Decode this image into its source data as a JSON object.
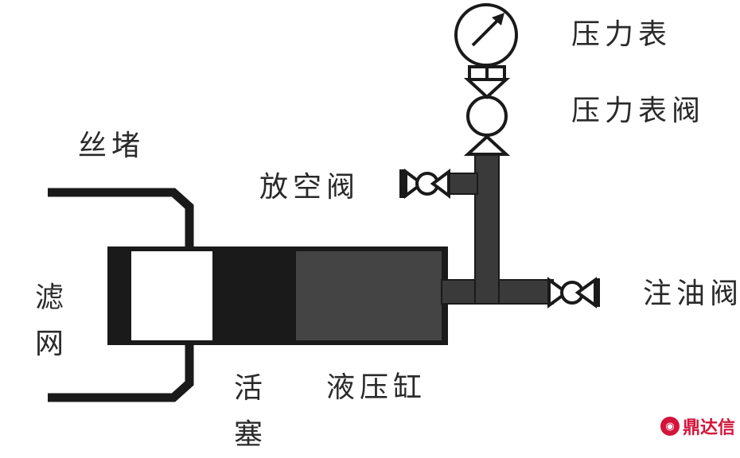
{
  "labels": {
    "pressure_gauge": "压力表",
    "gauge_valve": "压力表阀",
    "wire_plug": "丝堵",
    "vent_valve": "放空阀",
    "filter_screen": "滤网",
    "oil_inlet_valve": "注油阀",
    "piston": "活塞",
    "hydraulic_cylinder": "液压缸"
  },
  "watermark": "鼎达信",
  "colors": {
    "body": "#1a1a1a",
    "pipe": "#3a3a3a",
    "fluid": "#444444",
    "piston": "#ffffff"
  }
}
